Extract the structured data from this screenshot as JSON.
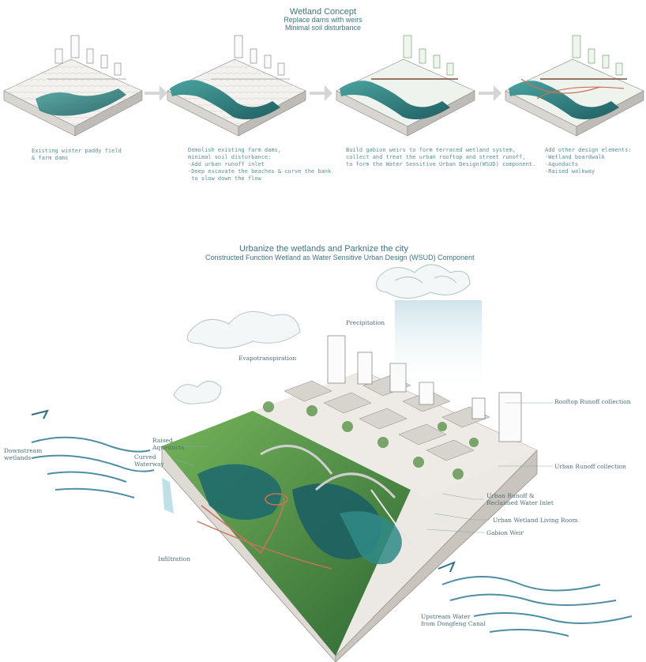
{
  "concept": {
    "title": "Wetland Concept",
    "subtitle_1": "Replace dams with weirs",
    "subtitle_2": "Minimal soil disturbance"
  },
  "steps": [
    {
      "text": "Existing winter paddy field\n& farm dams"
    },
    {
      "text": "Demolish existing farm dams,\nminimal soil disturbance:\n-Add urban runoff inlet\n-Deep excavate the beaches & curve the bank\n to slow down the flow"
    },
    {
      "text": "Build gabion weirs to form terraced wetland system,\ncollect and treat the urban rooftop and street runoff,\nto form the Water Sensitive Urban Design(WSUD) component."
    },
    {
      "text": "Add other design elements:\n-Wetland boardwalk\n-Aqueducts\n-Raised walkway"
    }
  ],
  "main": {
    "title": "Urbanize the wetlands and Parknize the city",
    "subtitle": "Constructed Function Wetland as Water Sensitive Urban Design (WSUD) Component"
  },
  "labels": {
    "precipitation": "Precipitation",
    "evapotranspiration": "Evapotranspiration",
    "rooftop_runoff": "Rooftop Runoff collection",
    "urban_runoff": "Urban Runoff collection",
    "urban_runoff_inlet": "Urban Runoff &\nReclaimed Water Inlet",
    "living_room": "Urban Wetland Living Room",
    "gabion_weir": "Gabion Weir",
    "raised_aqueducts": "Raised\nAqueducts",
    "curved_waterway": "Curved\nWaterway",
    "downstream": "Downstream\nwetlands",
    "infiltration": "Infiltration",
    "upstream": "Upstream Water\nfrom Dongfeng Canal"
  },
  "colors": {
    "water": "#2f8a86",
    "water_dark": "#1f5f63",
    "green": "#4f9a3a",
    "green_dark": "#2d6a2a",
    "ground": "#f1eeea",
    "text": "#4e7f8a",
    "arrow": "#d6d6d6",
    "aqueduct": "#c9735a"
  }
}
